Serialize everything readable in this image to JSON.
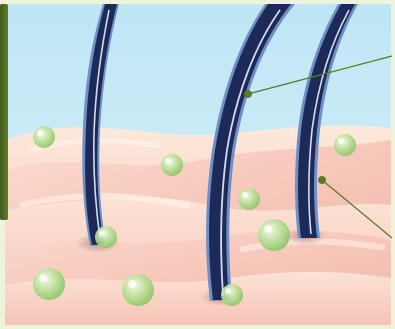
{
  "illustration": {
    "subject": "hair-strands-on-skin-with-bubbles",
    "colors": {
      "frame": "#eef3d9",
      "sky": "#bfe6f6",
      "skin_light": "#fde9dc",
      "skin_mid": "#f7c9bb",
      "skin_shadow": "#efb1a2",
      "hair_dark": "#1d2a57",
      "hair_edge": "#6f8fc8",
      "hair_highlight": "#e9f1ff",
      "bubble": "#9fd27a",
      "bubble_light": "#e4f6cf",
      "callout_line": "#5b7a23",
      "side_panel": "#4d6a22"
    },
    "callouts": [
      {
        "id": "callout-hair-shaft",
        "target": "hair-strand-middle"
      },
      {
        "id": "callout-skin-surface",
        "target": "hair-strand-right-base"
      }
    ]
  }
}
